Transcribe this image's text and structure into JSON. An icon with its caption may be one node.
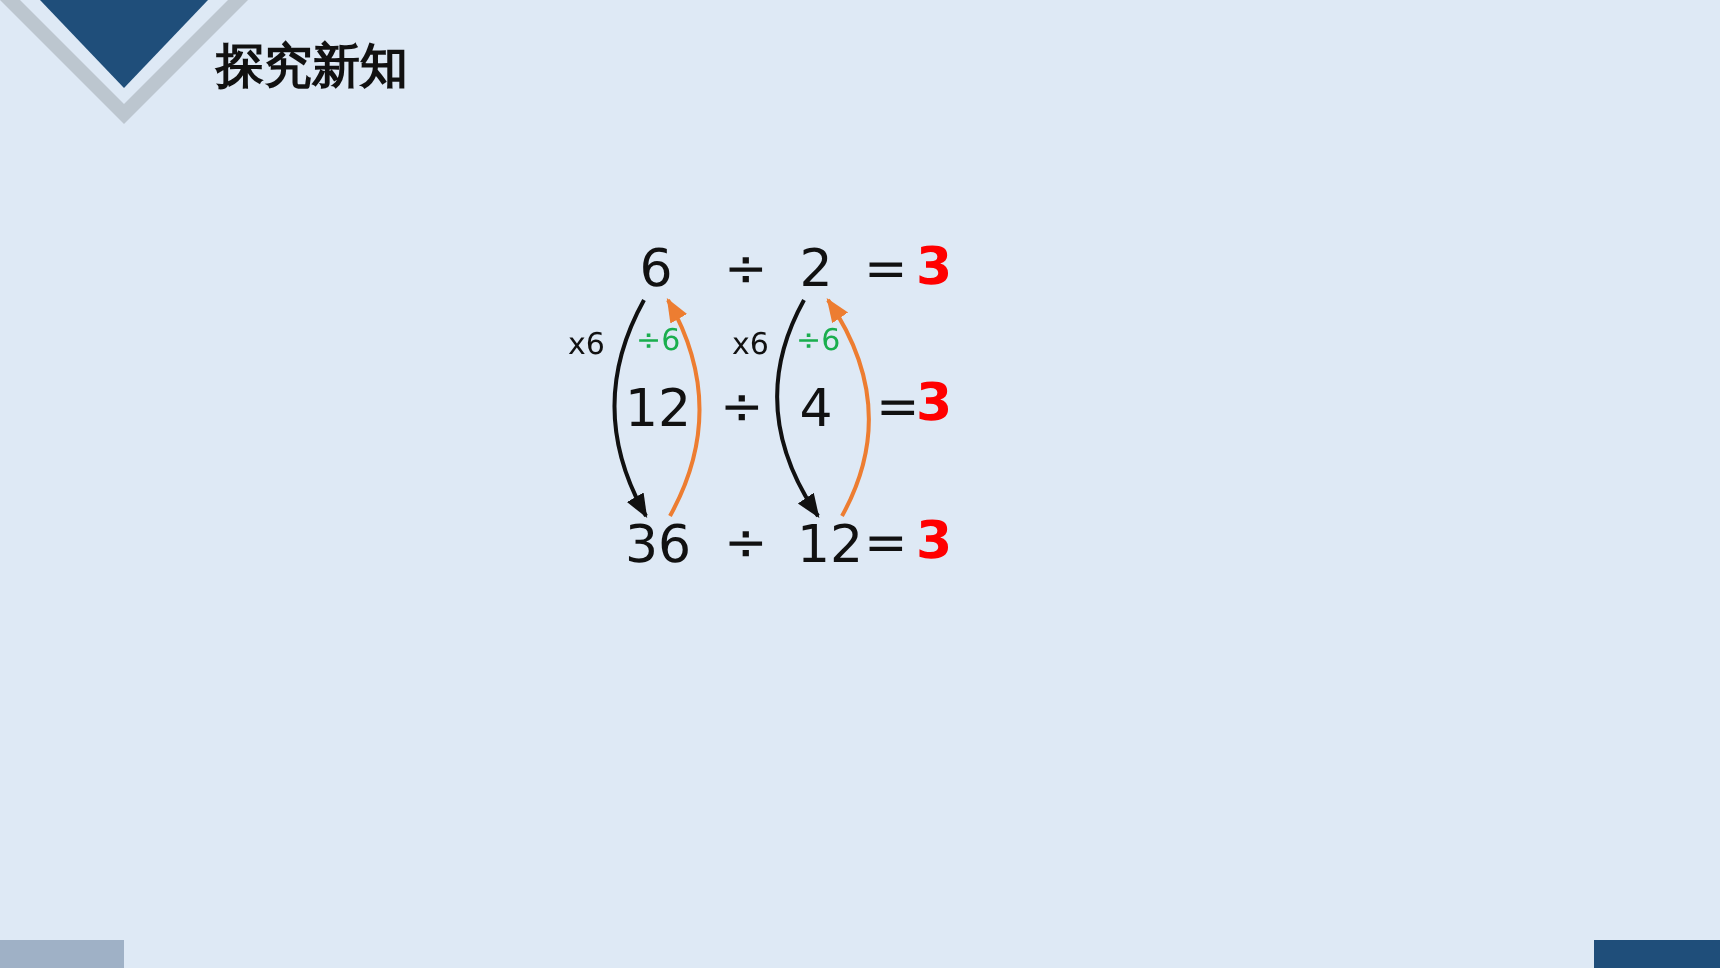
{
  "diagram": {
    "title": "探究新知",
    "nodes": [
      {
        "text": [
          "6"
        ]
      },
      {
        "text": [
          "2"
        ]
      },
      {
        "text": [
          "12"
        ]
      },
      {
        "text": [
          "4"
        ]
      },
      {
        "text": [
          "36"
        ]
      },
      {
        "text": [
          "12"
        ]
      }
    ],
    "edges": [
      {
        "from": 0,
        "to": 4,
        "arrow": "to",
        "label": "x6"
      },
      {
        "from": 4,
        "to": 0,
        "arrow": "to",
        "label": "÷6",
        "color": "#ed7d31"
      },
      {
        "from": 1,
        "to": 5,
        "arrow": "to",
        "label": "x6"
      },
      {
        "from": 5,
        "to": 1,
        "arrow": "to",
        "label": "÷6",
        "color": "#ed7d31"
      }
    ],
    "labels": [
      "÷",
      "=",
      "3",
      "÷",
      "=",
      "3",
      "÷",
      "=",
      "3"
    ]
  }
}
